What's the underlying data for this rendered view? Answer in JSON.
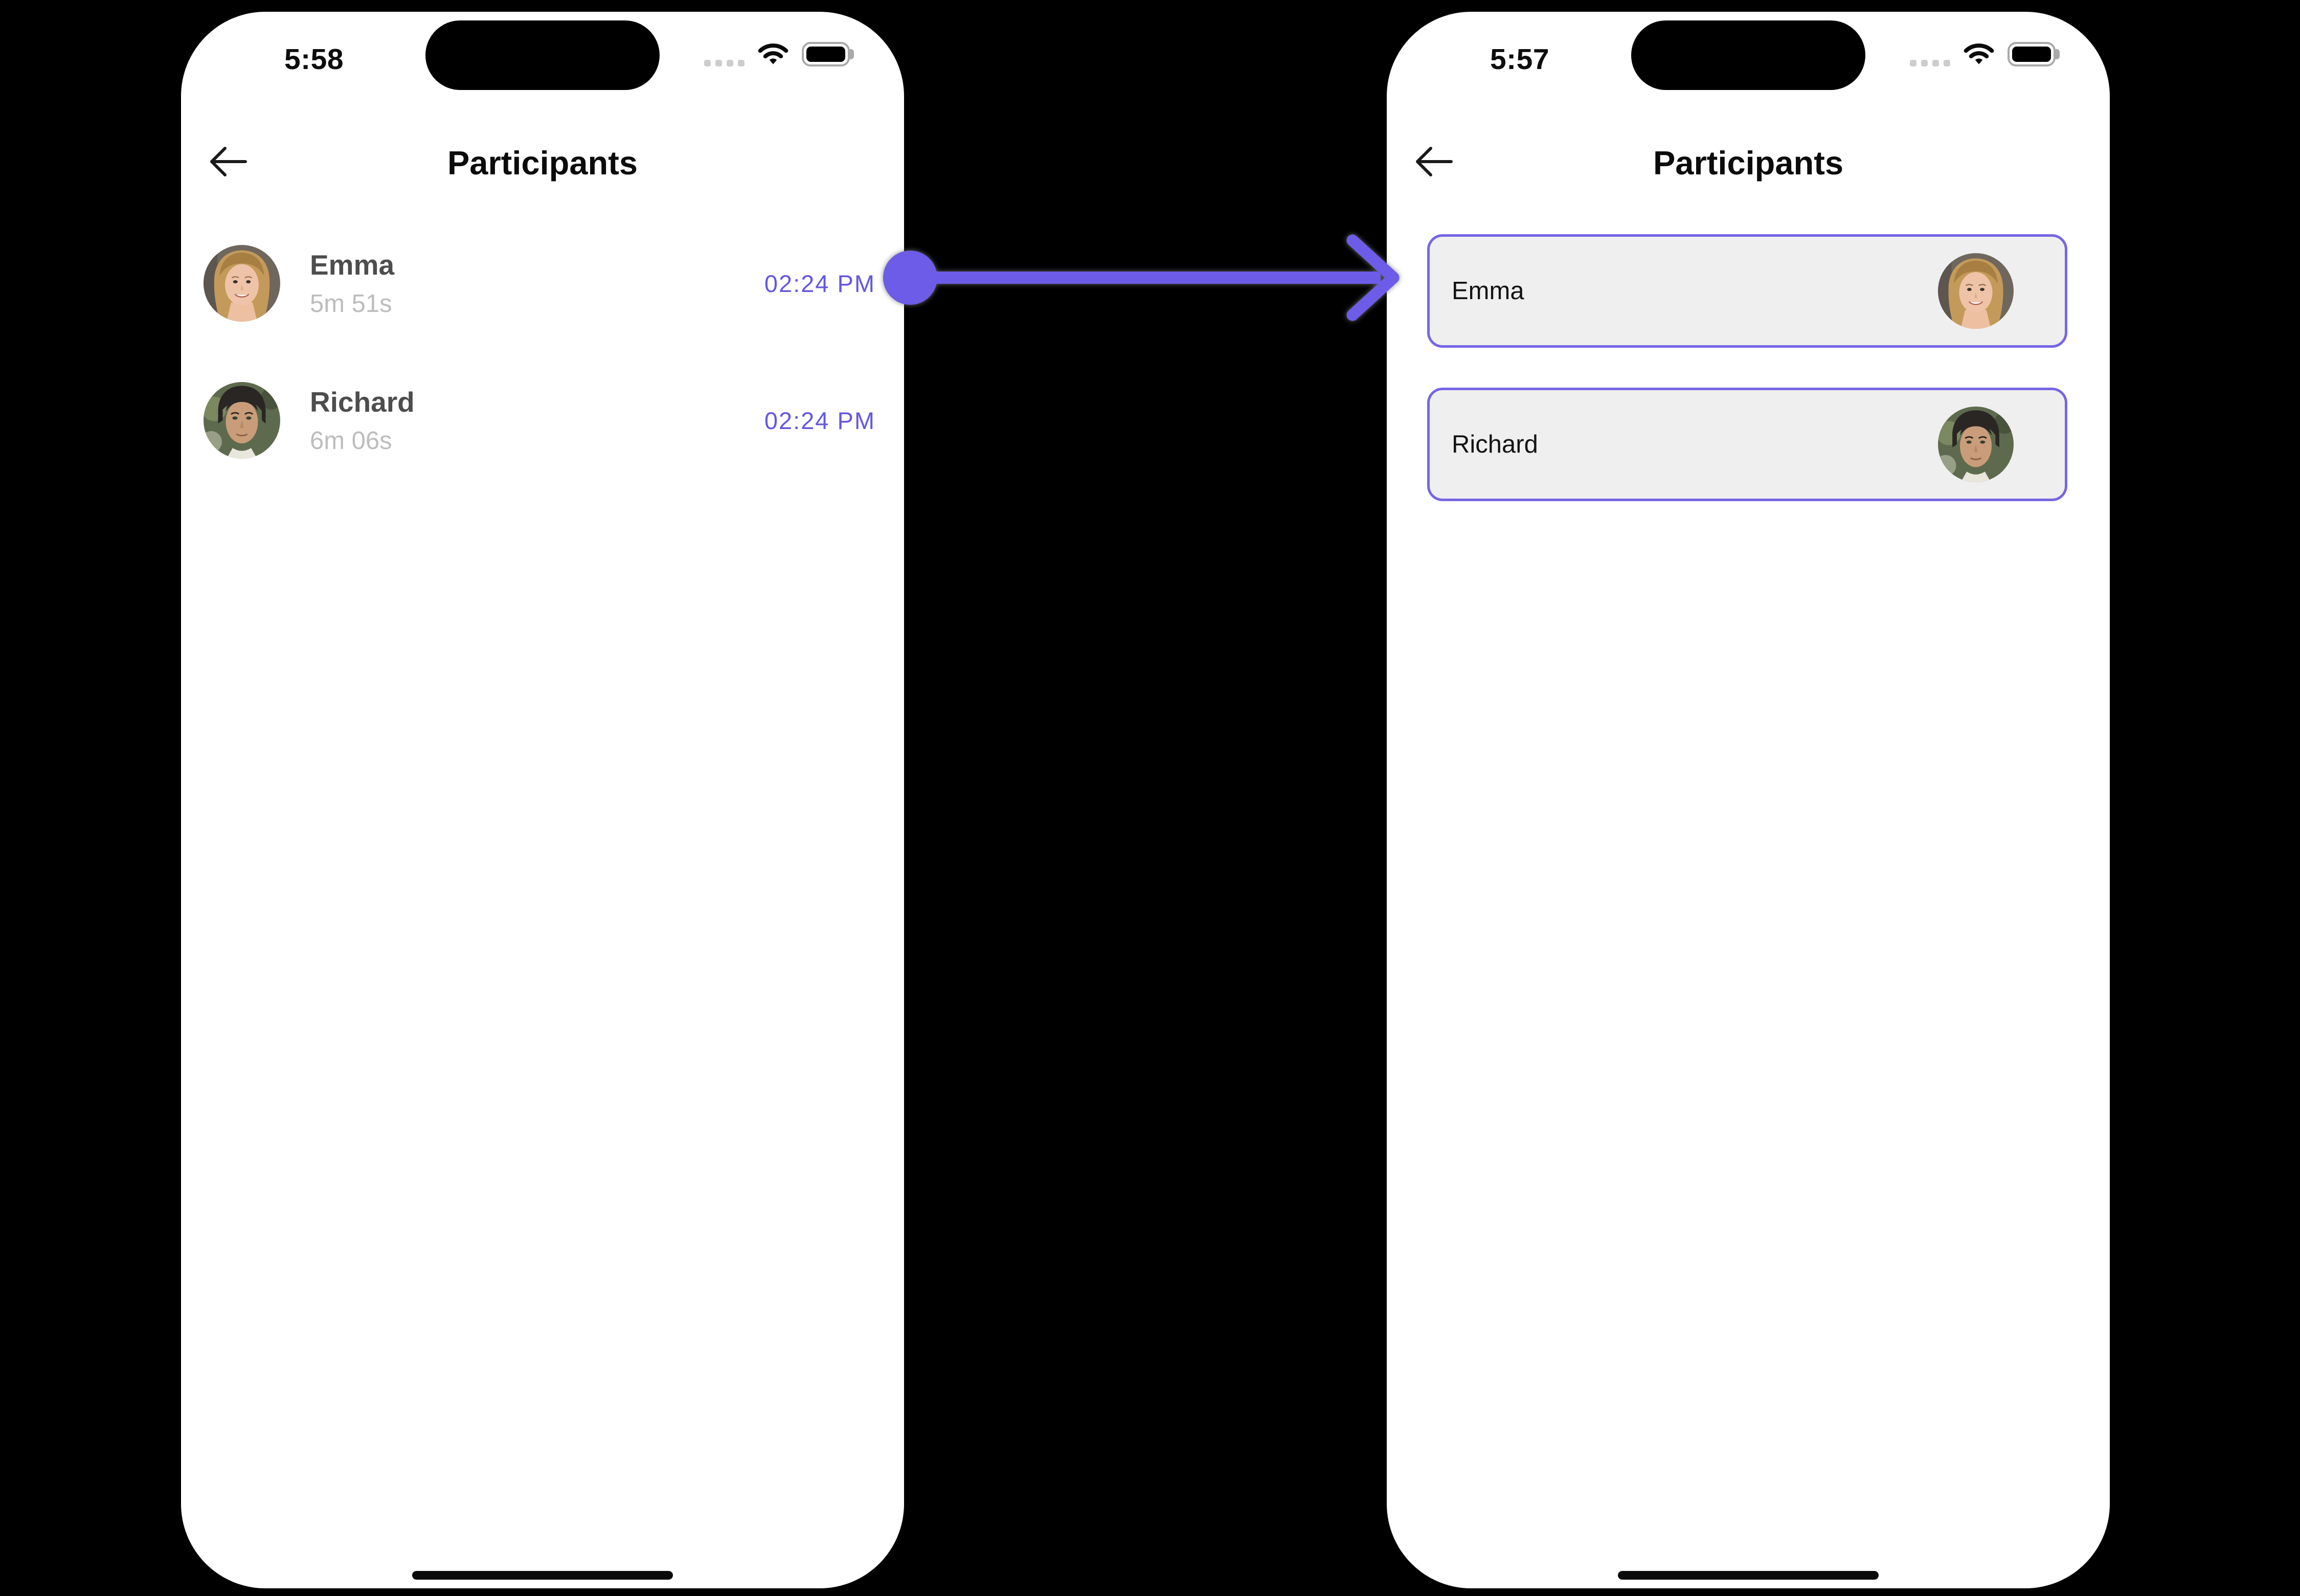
{
  "colors": {
    "page_background": "#000000",
    "phone_background": "#FFFFFF",
    "arrow_purple": "#6C5CE7",
    "timestamp_purple": "#6457E0",
    "card_background": "#EFEFEF",
    "card_border": "#7566E3",
    "participant_name_gray": "#4D4D4D",
    "duration_gray": "#BDBDBD"
  },
  "icons": {
    "back": "left-arrow",
    "cellular": "four-dots",
    "wifi": "wifi-waves",
    "battery": "battery-full"
  },
  "left_phone": {
    "status_bar": {
      "time": "5:58"
    },
    "header": {
      "title": "Participants"
    },
    "participants": [
      {
        "name": "Emma",
        "duration": "5m 51s",
        "joined_time": "02:24 PM"
      },
      {
        "name": "Richard",
        "duration": "6m 06s",
        "joined_time": "02:24 PM"
      }
    ]
  },
  "right_phone": {
    "status_bar": {
      "time": "5:57"
    },
    "header": {
      "title": "Participants"
    },
    "participants": [
      {
        "name": "Emma"
      },
      {
        "name": "Richard"
      }
    ]
  },
  "annotation": {
    "arrow_direction": "left-phone-to-right-phone"
  }
}
